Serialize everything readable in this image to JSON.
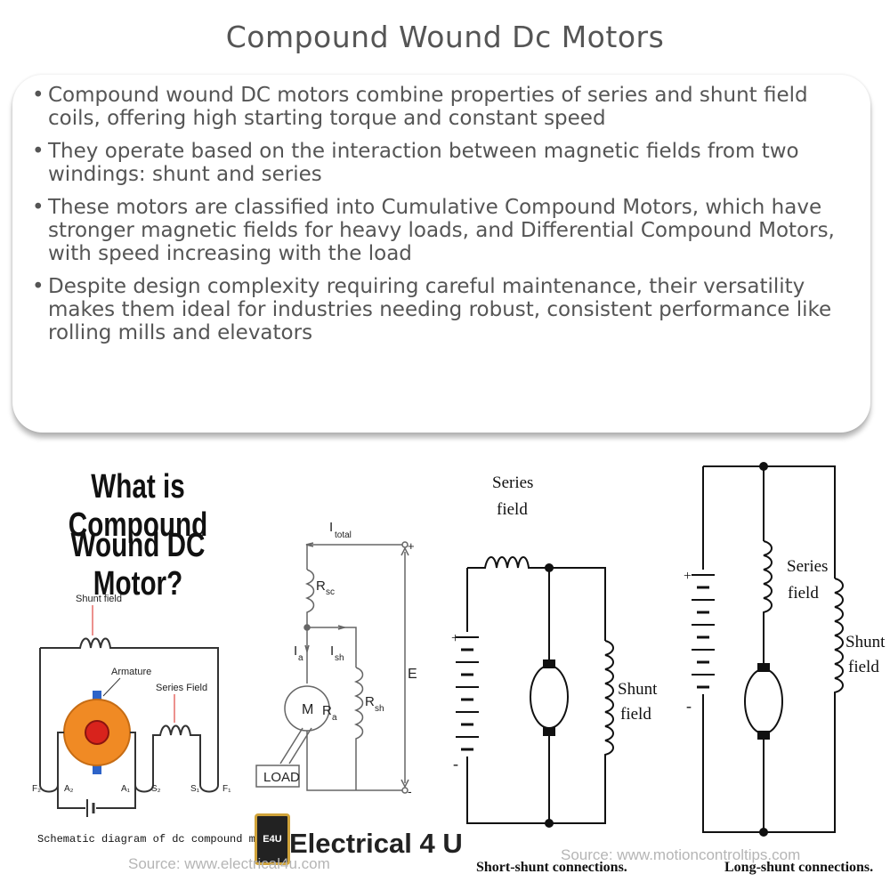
{
  "title": "Compound Wound Dc Motors",
  "bullets": [
    "Compound wound DC motors combine properties of series and shunt field coils, offering high starting torque and constant speed",
    "They operate based on the interaction between magnetic fields from two windings: shunt and series",
    "These motors are classified into Cumulative Compound Motors, which have stronger magnetic fields for heavy loads, and Differential Compound Motors, with speed increasing with the load",
    "Despite design complexity requiring careful maintenance, their versatility makes them ideal for industries needing robust, consistent performance like rolling mills and elevators"
  ],
  "bullet_marker": "•",
  "left_panel": {
    "heading_line1": "What is Compound",
    "heading_line2": "Wound DC Motor?",
    "label_shunt_field": "Shunt field",
    "label_armature": "Armature",
    "label_series_field": "Series Field",
    "terminal_f2": "F₂",
    "terminal_a2": "A₂",
    "terminal_a1": "A₁",
    "terminal_s2": "S₂",
    "terminal_s1": "S₁",
    "terminal_f1": "F₁",
    "caption": "Schematic diagram of dc compound motor",
    "brand_logo": "E4U",
    "brand": "Electrical 4 U",
    "source": "Source: www.electrical4u.com",
    "accent_orange": "#f08a24",
    "accent_red": "#d8231c",
    "accent_blue": "#2d63c8"
  },
  "middle_circuit": {
    "i_total": "I",
    "i_total_sub": "total",
    "r_sc": "R",
    "r_sc_sub": "sc",
    "i_a": "I",
    "i_a_sub": "a",
    "i_sh": "I",
    "i_sh_sub": "sh",
    "motor": "M",
    "r_a": "R",
    "r_a_sub": "a",
    "r_sh": "R",
    "r_sh_sub": "sh",
    "e": "E",
    "load": "LOAD",
    "plus": "+",
    "minus": "-"
  },
  "short_shunt": {
    "series_field_1": "Series",
    "series_field_2": "field",
    "shunt_field_1": "Shunt",
    "shunt_field_2": "field",
    "plus": "+",
    "minus": "-",
    "caption": "Short-shunt connections."
  },
  "long_shunt": {
    "series_field_1": "Series",
    "series_field_2": "field",
    "shunt_field_1": "Shunt",
    "shunt_field_2": "field",
    "plus": "+",
    "minus": "-",
    "caption": "Long-shunt connections."
  },
  "source_right": "Source: www.motioncontroltips.com"
}
